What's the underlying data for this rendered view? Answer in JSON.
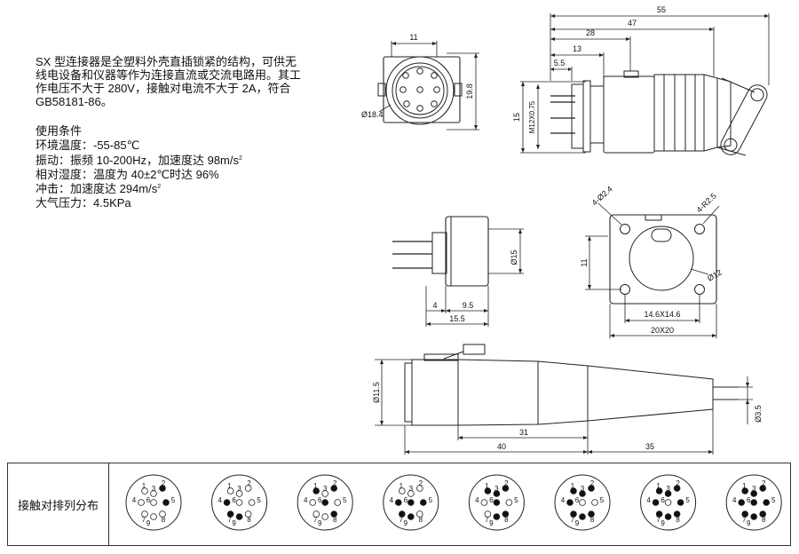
{
  "description": {
    "lines": [
      "SX 型连接器是全塑料外壳直插锁紧的结构，可供无",
      "线电设备和仪器等作为连接直流或交流电路用。其工",
      "作电压不大于 280V，接触对电流不大于 2A，符合",
      "GB58181-86。"
    ]
  },
  "conditions": {
    "title": "使用条件",
    "env_temp": "环境温度：-55-85℃",
    "vibration": "振动：振频 10-200Hz，加速度达 98m/s",
    "vibration_sup": "2",
    "humidity": "相对湿度：温度为 40±2℃时达 96%",
    "shock": "冲击：加速度达 294m/s",
    "shock_sup": "2",
    "pressure": "大气压力：4.5KPa"
  },
  "dimensions": {
    "front_width": "11",
    "front_height": "19.8",
    "front_dia": "Ø18.4",
    "side_total": "55",
    "side_47": "47",
    "side_28": "28",
    "side_13": "13",
    "side_5_5": "5.5",
    "side_thread": "M12X0.75",
    "side_15": "15",
    "socket_dia": "Ø15",
    "socket_4": "4",
    "socket_9_5": "9.5",
    "socket_15_5": "15.5",
    "flange_holes": "4-Ø2.4",
    "flange_radius": "4-R2.5",
    "flange_11": "11",
    "flange_bore": "Ø12",
    "flange_inner": "14.6X14.6",
    "flange_outer": "20X20",
    "plug_dia": "Ø11.5",
    "plug_31": "31",
    "plug_40": "40",
    "plug_35": "35",
    "plug_cable": "Ø3.5"
  },
  "table": {
    "label": "接触对排列分布",
    "pin_numbers": [
      "1",
      "2",
      "3",
      "4",
      "5",
      "6",
      "7",
      "8",
      "9"
    ],
    "layouts": [
      {
        "pins": 2,
        "filled": [
          2,
          5
        ]
      },
      {
        "pins": 3,
        "filled": [
          4,
          7,
          9
        ]
      },
      {
        "pins": 4,
        "filled": [
          1,
          2,
          6,
          8
        ]
      },
      {
        "pins": 5,
        "filled": [
          4,
          5,
          6,
          7,
          9
        ]
      },
      {
        "pins": 6,
        "filled": [
          1,
          2,
          3,
          6,
          8,
          9
        ]
      },
      {
        "pins": 7,
        "filled": [
          1,
          2,
          3,
          4,
          7,
          8,
          9
        ]
      },
      {
        "pins": 8,
        "filled": [
          1,
          2,
          3,
          4,
          5,
          7,
          8,
          9
        ]
      },
      {
        "pins": 9,
        "filled": [
          1,
          2,
          3,
          4,
          5,
          6,
          7,
          8,
          9
        ]
      }
    ]
  }
}
